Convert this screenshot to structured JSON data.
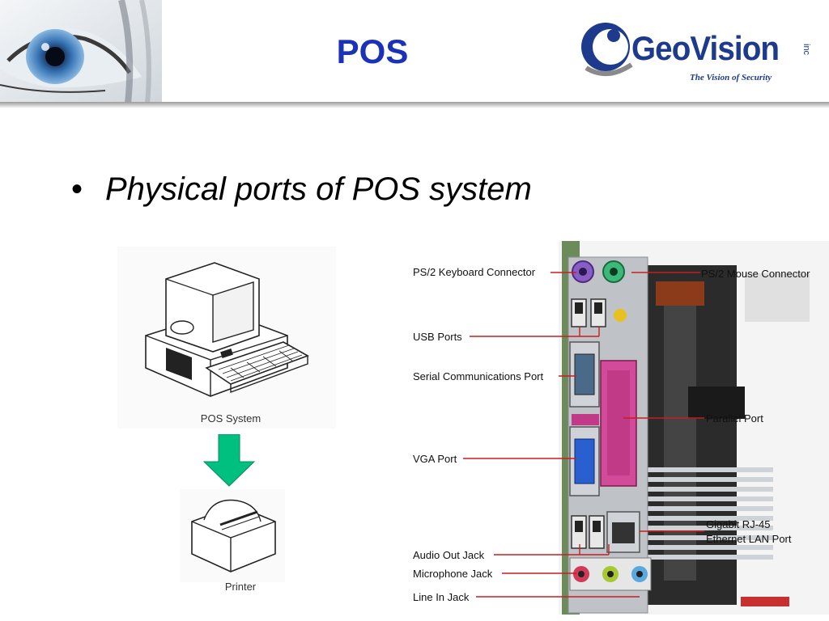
{
  "slide": {
    "title": "POS",
    "logo": {
      "brand": "GeoVision",
      "suffix": "inc",
      "tagline": "The Vision of Security"
    },
    "bullet": "Physical ports of POS system"
  },
  "diagram": {
    "pos_caption": "POS System",
    "printer_caption": "Printer",
    "arrow_color": "#00c080"
  },
  "ports": {
    "ps2_keyboard": "PS/2 Keyboard Connector",
    "ps2_mouse": "PS/2 Mouse Connector",
    "usb": "USB Ports",
    "serial": "Serial Communications Port",
    "parallel": "Parallel Port",
    "vga": "VGA Port",
    "gigabit_line1": "Gigabit RJ-45",
    "gigabit_line2": "Ethernet LAN Port",
    "audio_out": "Audio Out Jack",
    "microphone": "Microphone Jack",
    "line_in": "Line In Jack",
    "leader_color": "#c81e1e"
  },
  "colors": {
    "title": "#1a31b8",
    "logo": "#1d3a8c",
    "keyboard_port": "#8a5cc8",
    "mouse_port": "#3cb878",
    "parallel_port": "#d24a9a",
    "vga_port": "#2a5fd0",
    "audio_out": "#d23a5a",
    "microphone": "#a8c832",
    "line_in": "#5aa8e0"
  }
}
